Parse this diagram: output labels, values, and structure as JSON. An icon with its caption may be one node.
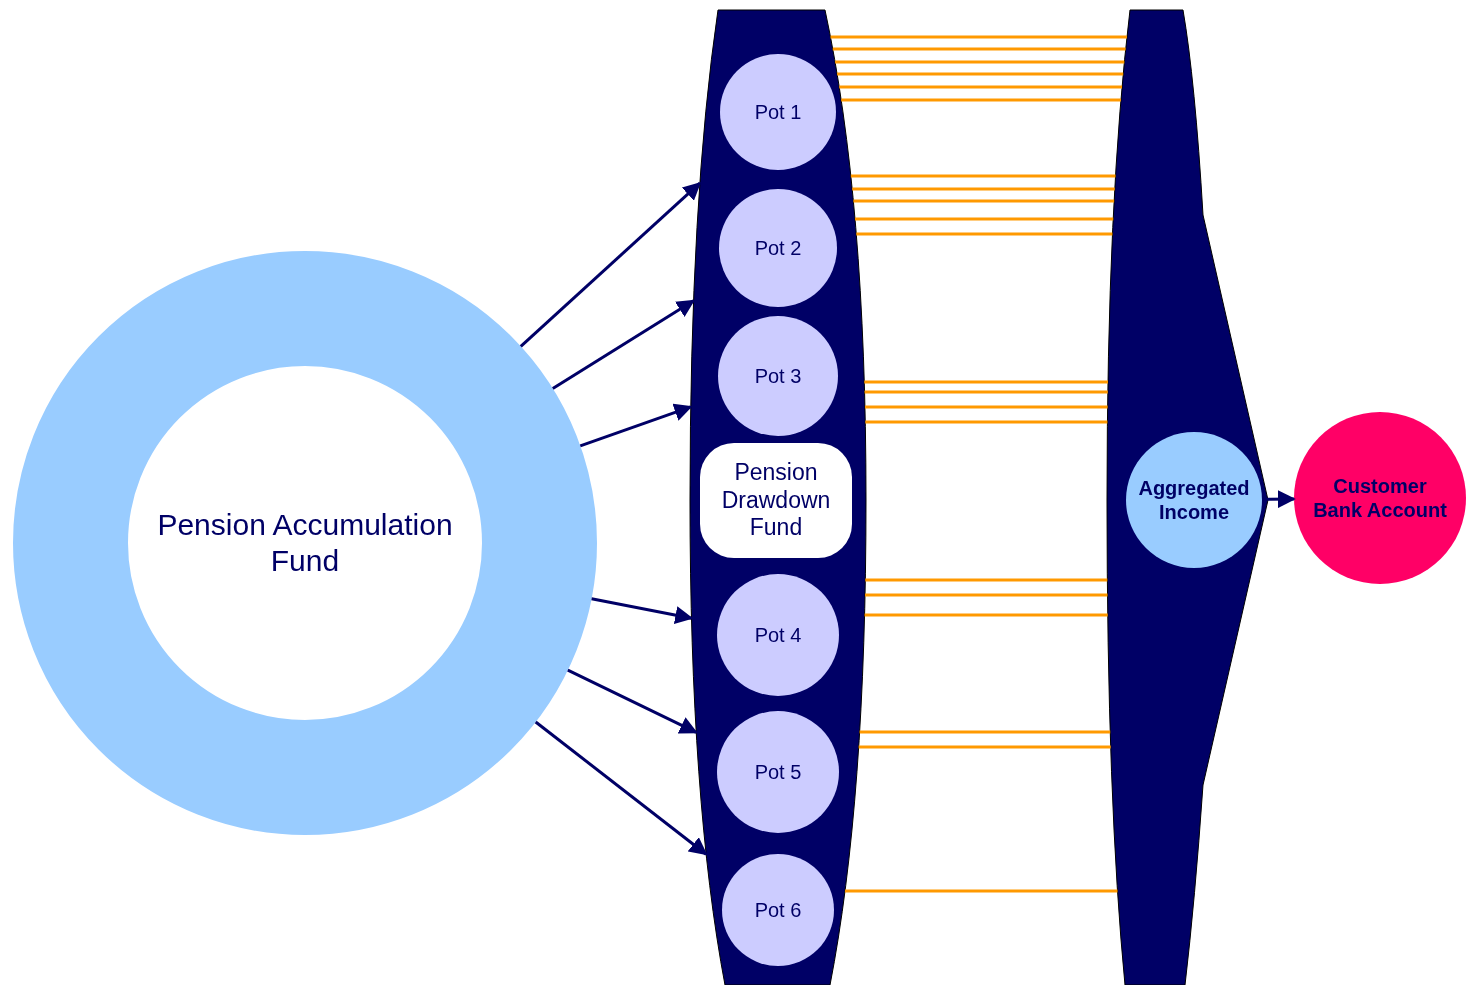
{
  "diagram": {
    "nodes": [
      {
        "text": [
          "Pension Accumulation Fund"
        ]
      },
      {
        "text": [],
        "shape": "ellipse"
      },
      {
        "text": [
          "Pot 1"
        ],
        "in": 1
      },
      {
        "text": [
          "Pot 2"
        ],
        "in": 1
      },
      {
        "text": [
          "Pot 3"
        ],
        "in": 1
      },
      {
        "text": [
          "Pension Drawdown Fund"
        ],
        "in": 1
      },
      {
        "text": [
          "Pot 4"
        ],
        "in": 1
      },
      {
        "text": [
          "Pot 5"
        ],
        "in": 1
      },
      {
        "text": [
          "Pot 6"
        ],
        "in": 1
      },
      {
        "text": [],
        "shape": "funnel"
      },
      {
        "text": [
          "Aggregated Income"
        ],
        "in": 9
      },
      {
        "text": [
          "Customer Bank Account"
        ]
      }
    ],
    "edges": [
      {
        "from": 0,
        "to": 2,
        "arrow": "to",
        "color": "#000066"
      },
      {
        "from": 0,
        "to": 3,
        "arrow": "to",
        "color": "#000066"
      },
      {
        "from": 0,
        "to": 4,
        "arrow": "to",
        "color": "#000066"
      },
      {
        "from": 0,
        "to": 6,
        "arrow": "to",
        "color": "#000066"
      },
      {
        "from": 0,
        "to": 7,
        "arrow": "to",
        "color": "#000066"
      },
      {
        "from": 0,
        "to": 8,
        "arrow": "to",
        "color": "#000066"
      },
      {
        "from": 1,
        "to": 9,
        "arrow": "none"
      },
      {
        "from": 1,
        "to": 9,
        "arrow": "none"
      },
      {
        "from": 1,
        "to": 9,
        "arrow": "none"
      },
      {
        "from": 1,
        "to": 9,
        "arrow": "none"
      },
      {
        "from": 1,
        "to": 9,
        "arrow": "none"
      },
      {
        "from": 1,
        "to": 9,
        "arrow": "none"
      },
      {
        "from": 1,
        "to": 9,
        "arrow": "none"
      },
      {
        "from": 1,
        "to": 9,
        "arrow": "none"
      },
      {
        "from": 1,
        "to": 9,
        "arrow": "none"
      },
      {
        "from": 1,
        "to": 9,
        "arrow": "none"
      },
      {
        "from": 1,
        "to": 9,
        "arrow": "none"
      },
      {
        "from": 1,
        "to": 9,
        "arrow": "none"
      },
      {
        "from": 1,
        "to": 9,
        "arrow": "none"
      },
      {
        "from": 1,
        "to": 9,
        "arrow": "none"
      },
      {
        "from": 1,
        "to": 9,
        "arrow": "none"
      },
      {
        "from": 1,
        "to": 9,
        "arrow": "none"
      },
      {
        "from": 1,
        "to": 9,
        "arrow": "none"
      },
      {
        "from": 1,
        "to": 9,
        "arrow": "none"
      },
      {
        "from": 1,
        "to": 9,
        "arrow": "none"
      },
      {
        "from": 1,
        "to": 9,
        "arrow": "none"
      },
      {
        "from": 1,
        "to": 9,
        "arrow": "none"
      },
      {
        "from": 10,
        "to": 11,
        "arrow": "to",
        "color": "#000066"
      }
    ]
  }
}
